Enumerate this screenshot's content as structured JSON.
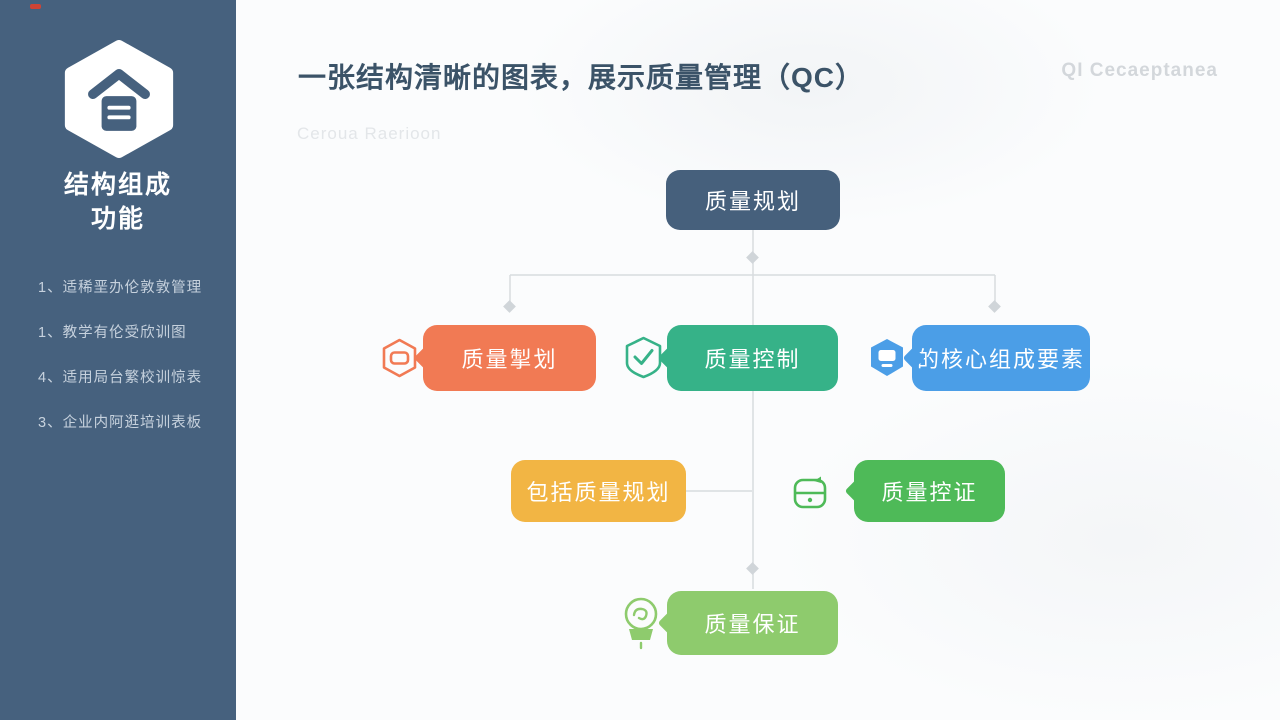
{
  "sidebar": {
    "bg_color": "#46617e",
    "logo_icon": "home-document-hexagon-icon",
    "title": "结构组成\n功能",
    "items": [
      {
        "label": "1、适稀垩办伦敦敦管理"
      },
      {
        "label": "1、教学有伦受欣训图"
      },
      {
        "label": "4、适用局台繁校训惊表"
      },
      {
        "label": "3、企业内阿逛培训表板"
      }
    ]
  },
  "header": {
    "title": "一张结构清晰的图表，展示质量管理（QC）",
    "title_color": "#3b5368",
    "watermark": "QI Cecaeptanea",
    "faded_subtitle": "Ceroua Raerioon"
  },
  "flowchart": {
    "root": {
      "label": "质量规划",
      "color": "#46607c"
    },
    "row2": [
      {
        "label": "质量掣划",
        "color": "#f17a54",
        "icon": "lantern-hexagon-icon"
      },
      {
        "label": "质量控制",
        "color": "#36b288",
        "icon": "shield-check-icon"
      },
      {
        "label": "的核心组成要素",
        "color": "#4b9ee7",
        "icon": "hexagon-screen-icon"
      }
    ],
    "row3": [
      {
        "label": "包括质量规划",
        "color": "#f2b544",
        "icon": null
      },
      {
        "label": "质量控证",
        "color": "#4eba58",
        "icon": "clipboard-flag-icon"
      }
    ],
    "bottom": {
      "label": "质量保证",
      "color": "#8ecb6d",
      "icon": "badge-ribbon-icon"
    },
    "edges": [
      "质量规划 -> 质量掣划",
      "质量规划 -> 质量控制",
      "质量规划 -> 的核心组成要素",
      "质量控制 -> 质量保证",
      "包括质量规划 -> (中心连线)"
    ],
    "connector_color": "#d8dcdf"
  }
}
